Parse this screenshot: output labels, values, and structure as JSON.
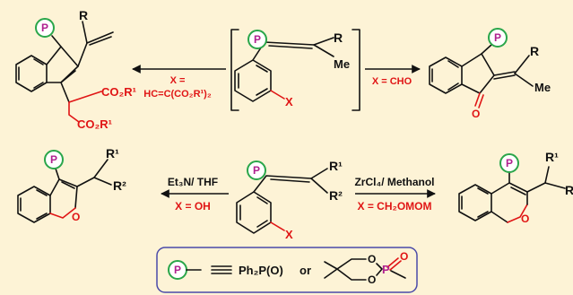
{
  "colors": {
    "background": "#fdf3d6",
    "red": "#e01515",
    "magenta": "#b0208f",
    "green": "#2aa64a",
    "box_border": "#4a4aa8"
  },
  "phosphorus_symbol": "P",
  "substituent_symbols": {
    "r": "R",
    "me": "Me",
    "r1": "R¹",
    "r2": "R²",
    "x": "X",
    "co2r1": "CO₂R¹",
    "o": "O"
  },
  "conditions": {
    "top_left": {
      "reagent": "X =",
      "reagent_line2": "HC=C(CO₂R¹)₂"
    },
    "top_right": {
      "reagent": "X = CHO"
    },
    "bottom_left": {
      "reagent": "Et₃N/ THF",
      "condition": "X = OH"
    },
    "bottom_right": {
      "reagent": "ZrCl₄/ Methanol",
      "condition": "X = CH₂OMOM"
    }
  },
  "legend": {
    "ph2po": "Ph₂P(O)",
    "or": "or"
  }
}
